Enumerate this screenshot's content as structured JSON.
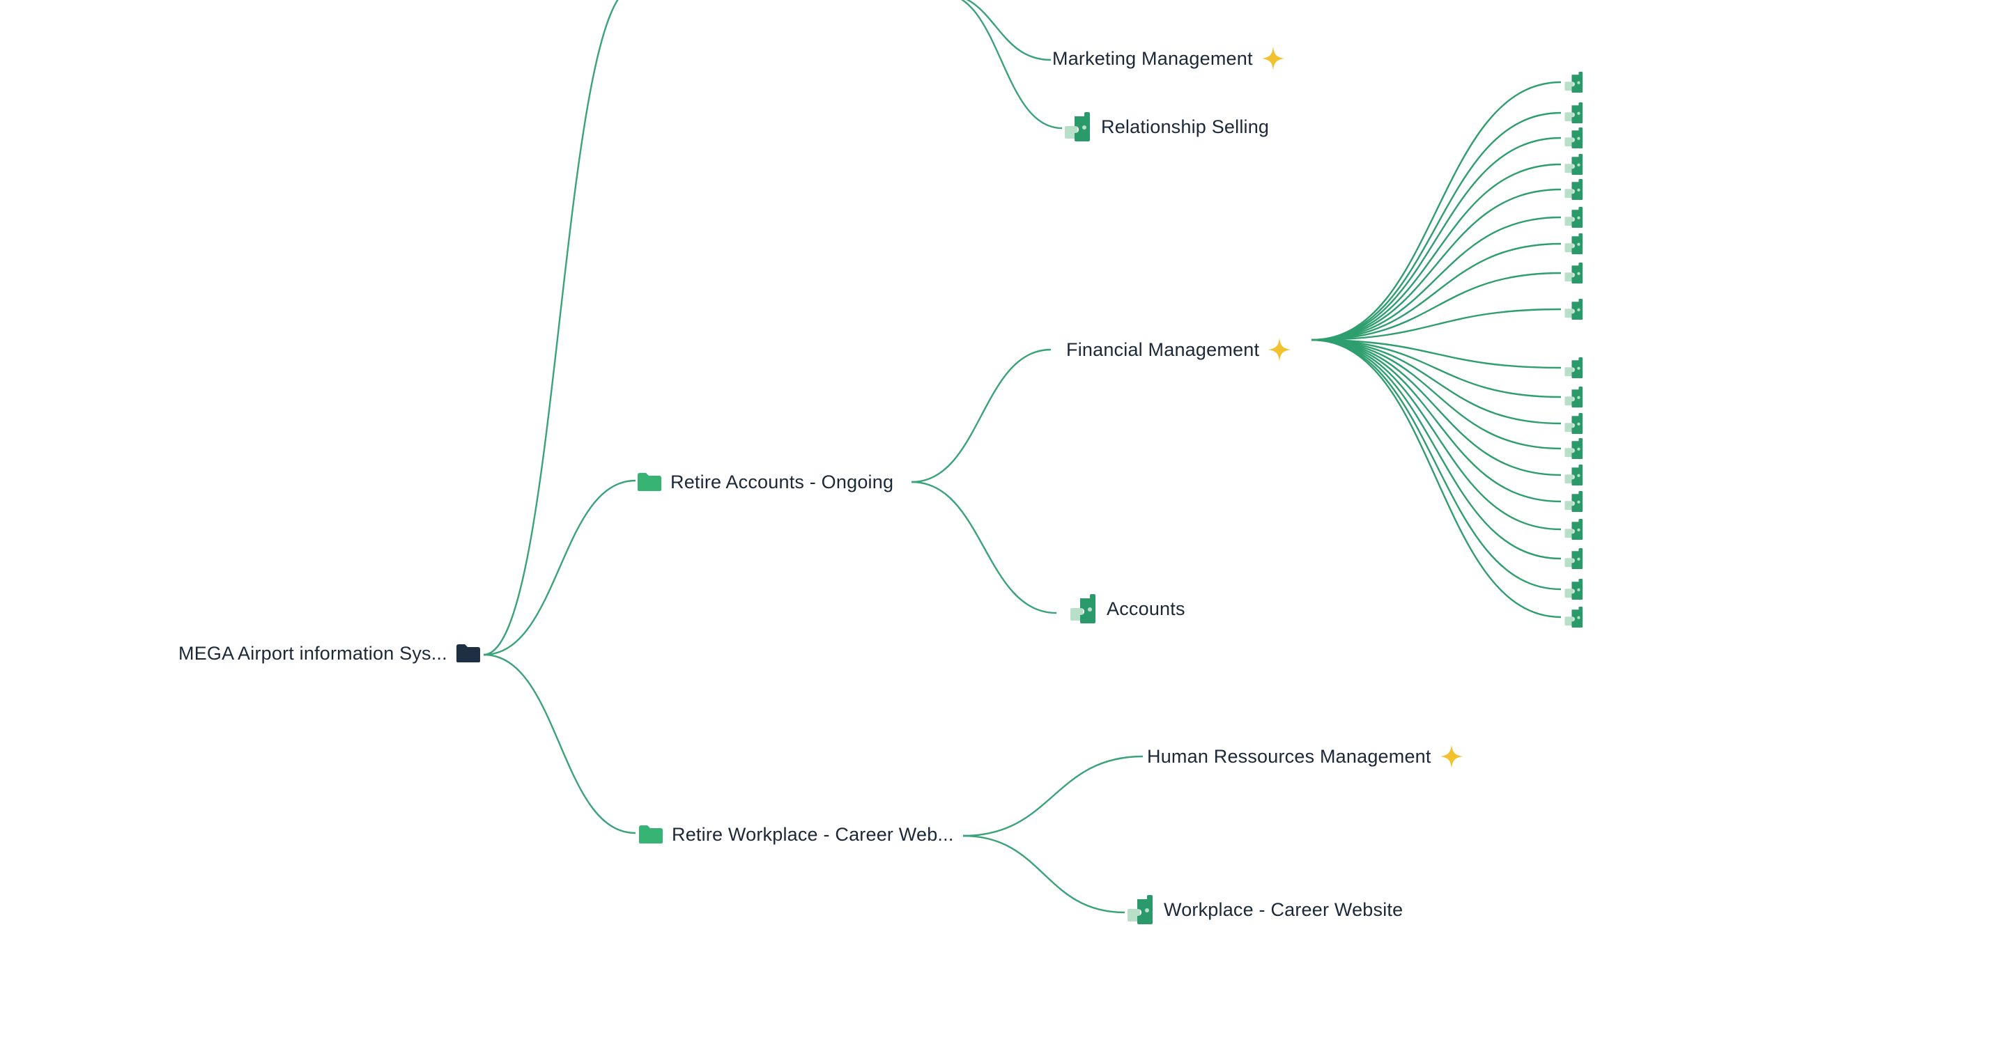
{
  "colors": {
    "link": "#3aa37a",
    "link_dense": "#2f9e6f",
    "folder_root": "#1f2f43",
    "folder": "#37b374",
    "puzzle_dark": "#2a9a6b",
    "puzzle_light": "#b8e0c9",
    "sparkle": "#f2c12e",
    "text": "#1b2838"
  },
  "tree": {
    "root": {
      "label": "MEGA Airport information Sys...",
      "icon": "folder-icon"
    },
    "top_partial_branch": {
      "children": [
        {
          "label": "Marketing Management",
          "icon": "sparkle-icon"
        },
        {
          "label": "Relationship Selling",
          "icon": "puzzle-icon"
        }
      ]
    },
    "retire_accounts": {
      "label": "Retire Accounts - Ongoing",
      "icon": "folder-icon",
      "children": [
        {
          "label": "Financial Management",
          "icon": "sparkle-icon"
        },
        {
          "label": "Accounts",
          "icon": "puzzle-icon"
        }
      ]
    },
    "financial_management_children": {
      "icon": "puzzle-icon",
      "count_shown": 19
    },
    "retire_workplace": {
      "label": "Retire Workplace - Career Web...",
      "icon": "folder-icon",
      "children": [
        {
          "label": "Human Ressources Management",
          "icon": "sparkle-icon"
        },
        {
          "label": "Workplace - Career Website",
          "icon": "puzzle-icon"
        }
      ]
    }
  }
}
